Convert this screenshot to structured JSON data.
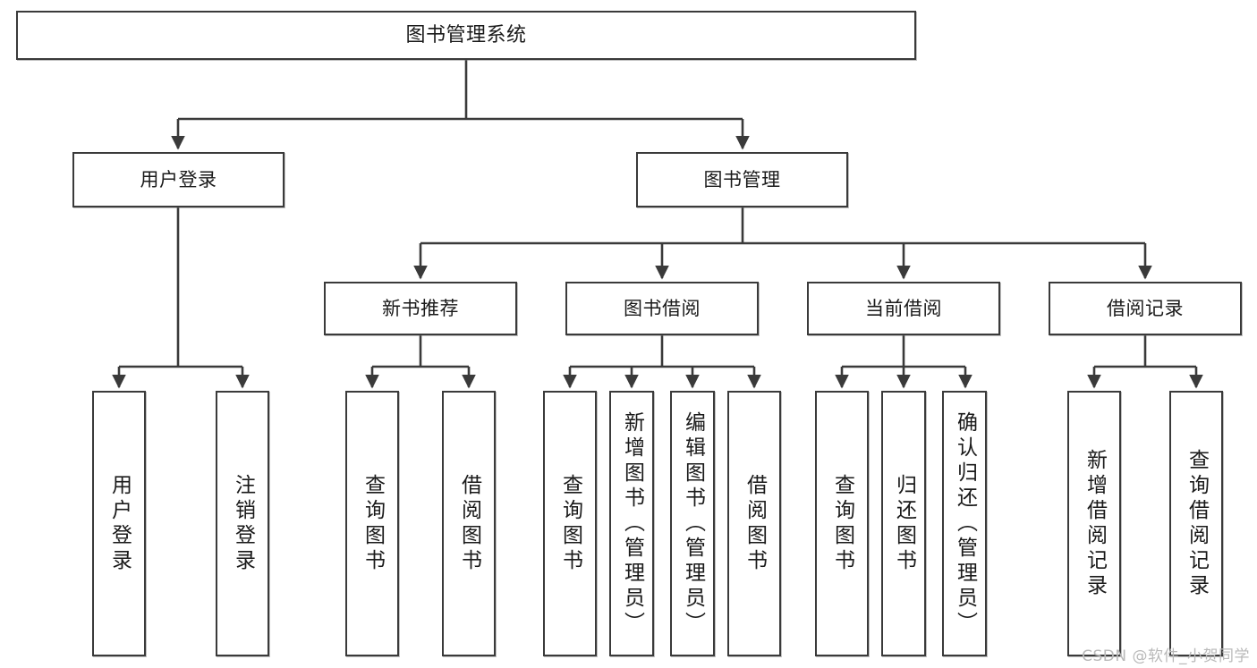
{
  "diagram": {
    "title": "图书管理系统",
    "type": "tree-hierarchy-diagram",
    "watermark": "CSDN @软件_小贺同学",
    "colors": {
      "background": "#ffffff",
      "box_border": "#3a3a3a",
      "box_fill": "#ffffff",
      "text": "#1a1a1a",
      "edge": "#3a3a3a",
      "watermark": "#b9b9b9"
    },
    "root": {
      "label": "图书管理系统"
    },
    "level2": [
      {
        "label": "用户登录"
      },
      {
        "label": "图书管理"
      }
    ],
    "level3": [
      {
        "label": "新书推荐"
      },
      {
        "label": "图书借阅"
      },
      {
        "label": "当前借阅"
      },
      {
        "label": "借阅记录"
      }
    ],
    "leaves": [
      {
        "label": "用户登录",
        "parent": "用户登录"
      },
      {
        "label": "注销登录",
        "parent": "用户登录"
      },
      {
        "label": "查询图书",
        "parent": "新书推荐"
      },
      {
        "label": "借阅图书",
        "parent": "新书推荐"
      },
      {
        "label": "查询图书",
        "parent": "图书借阅"
      },
      {
        "label": "新增图书（管理员）",
        "parent": "图书借阅"
      },
      {
        "label": "编辑图书（管理员）",
        "parent": "图书借阅"
      },
      {
        "label": "借阅图书",
        "parent": "图书借阅"
      },
      {
        "label": "查询图书",
        "parent": "当前借阅"
      },
      {
        "label": "归还图书",
        "parent": "当前借阅"
      },
      {
        "label": "确认归还（管理员）",
        "parent": "当前借阅"
      },
      {
        "label": "新增借阅记录",
        "parent": "借阅记录"
      },
      {
        "label": "查询借阅记录",
        "parent": "借阅记录"
      }
    ]
  }
}
